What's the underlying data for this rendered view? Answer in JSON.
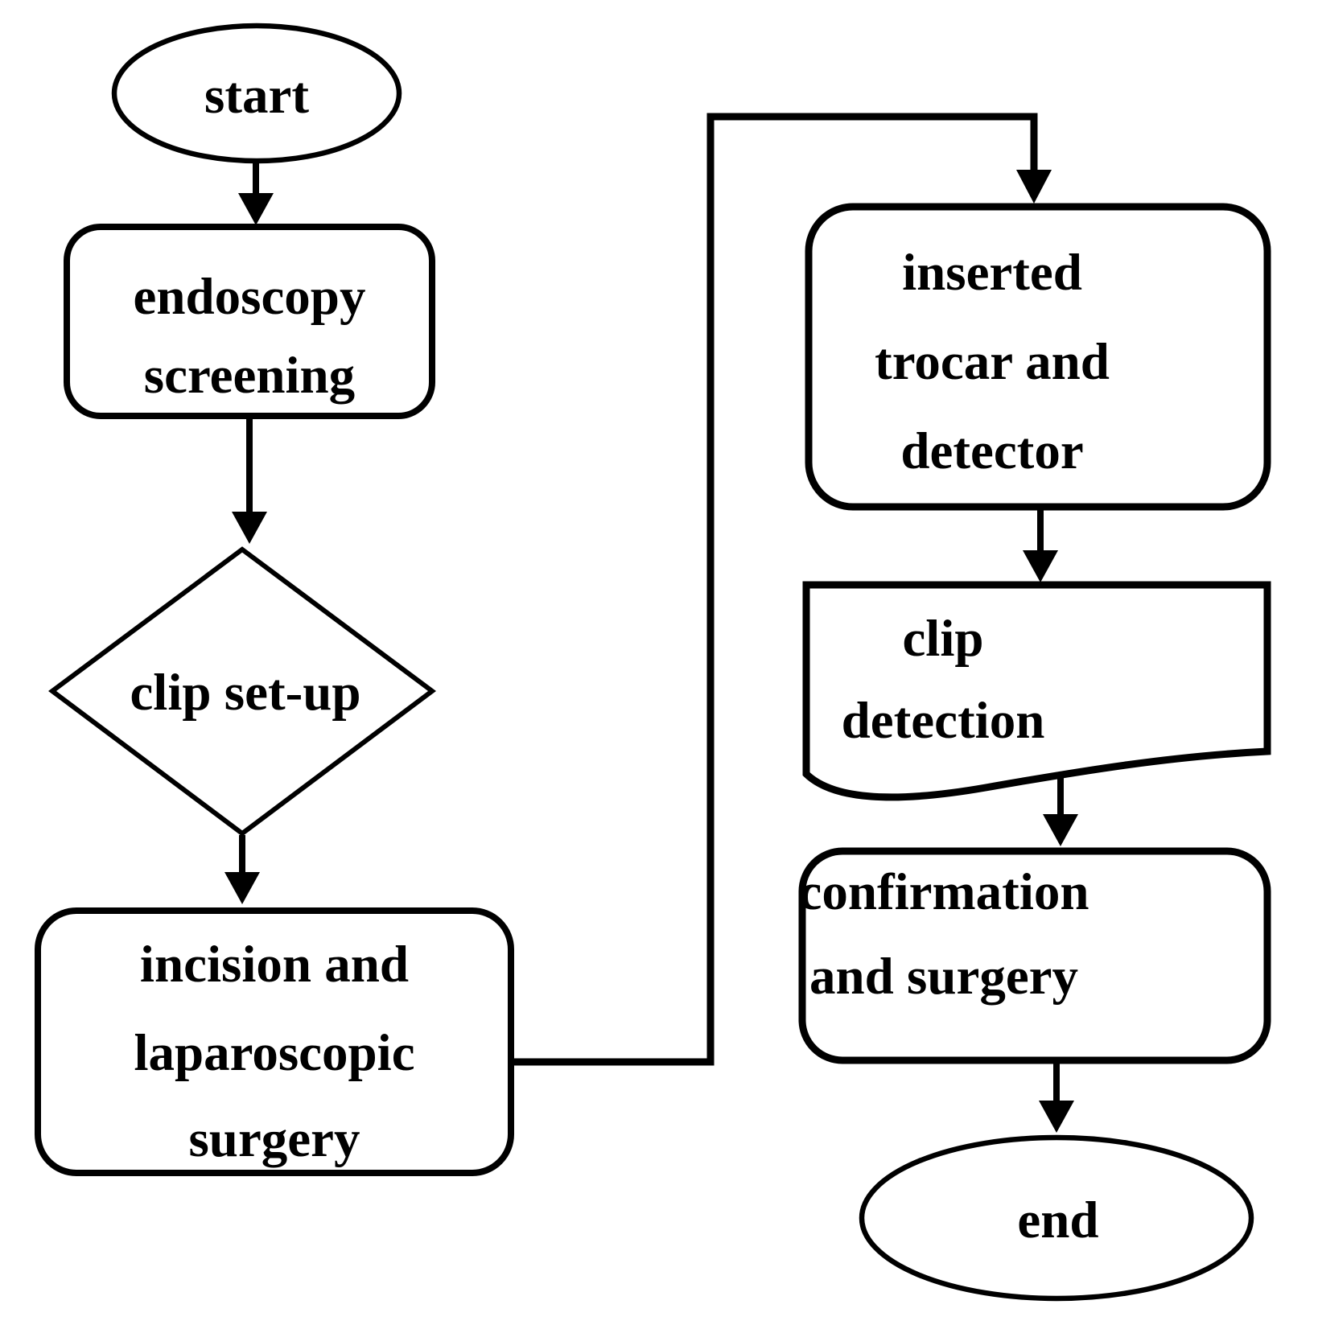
{
  "diagram": {
    "kind": "flowchart",
    "background_color": "#ffffff",
    "stroke_color": "#000000",
    "text_color": "#000000",
    "nodes": [
      {
        "id": "start",
        "shape": "terminator-ellipse",
        "label": "start"
      },
      {
        "id": "endoscopy-screening",
        "shape": "rounded-process",
        "lines": [
          "endoscopy",
          "screening"
        ]
      },
      {
        "id": "clip-set-up",
        "shape": "decision-diamond",
        "label": "clip set-up"
      },
      {
        "id": "incision-laparoscopic-surgery",
        "shape": "rounded-process",
        "lines": [
          "incision and",
          "laparoscopic",
          "surgery"
        ]
      },
      {
        "id": "inserted-trocar-detector",
        "shape": "rounded-process",
        "lines": [
          "inserted",
          "trocar and",
          "detector"
        ]
      },
      {
        "id": "clip-detection",
        "shape": "document",
        "lines": [
          "clip",
          "detection"
        ]
      },
      {
        "id": "confirmation-surgery",
        "shape": "rounded-process",
        "lines": [
          "confirmation",
          "and surgery"
        ]
      },
      {
        "id": "end",
        "shape": "terminator-ellipse",
        "label": "end"
      }
    ],
    "edges": [
      {
        "from": "start",
        "to": "endoscopy-screening",
        "routing": "straight-down"
      },
      {
        "from": "endoscopy-screening",
        "to": "clip-set-up",
        "routing": "straight-down"
      },
      {
        "from": "clip-set-up",
        "to": "incision-laparoscopic-surgery",
        "routing": "straight-down"
      },
      {
        "from": "incision-laparoscopic-surgery",
        "to": "inserted-trocar-detector",
        "routing": "elbow-right-up-right-down"
      },
      {
        "from": "inserted-trocar-detector",
        "to": "clip-detection",
        "routing": "straight-down"
      },
      {
        "from": "clip-detection",
        "to": "confirmation-surgery",
        "routing": "straight-down"
      },
      {
        "from": "confirmation-surgery",
        "to": "end",
        "routing": "straight-down"
      }
    ]
  }
}
